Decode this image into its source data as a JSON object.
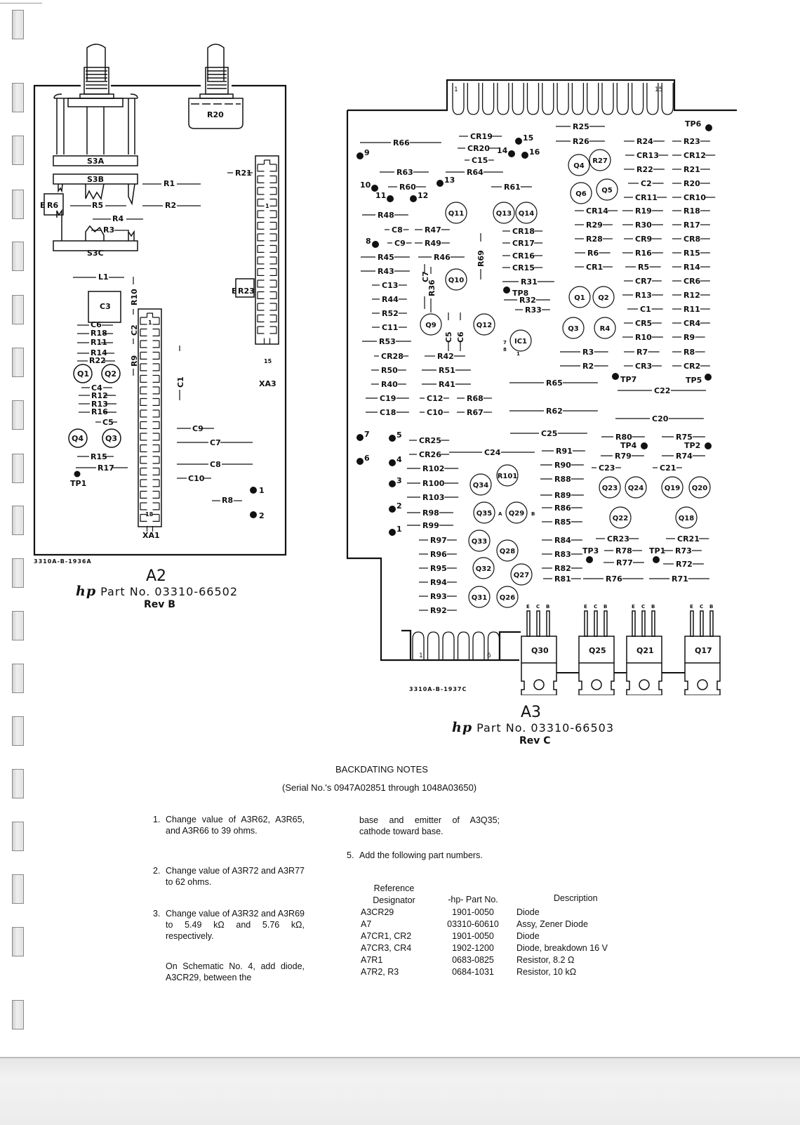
{
  "a2": {
    "board_label": "A2",
    "hp_logo": "hp",
    "part_no": "Part No. 03310-66502",
    "rev": "Rev B",
    "drawing_no": "3310A-B-1936A",
    "components": {
      "r20": "R20",
      "s3a": "S3A",
      "s3b": "S3B",
      "s3c": "S3C",
      "r6": "R6",
      "r23": "R23",
      "c3": "C3",
      "r1": "R1",
      "r2": "R2",
      "r21": "R21",
      "r5": "R5",
      "r4": "R4",
      "r3": "R3",
      "l1": "L1",
      "r10": "R10",
      "c2": "C2",
      "r9": "R9",
      "c1": "C1",
      "c6": "C6",
      "r18": "R18",
      "r11": "R11",
      "r14": "R14",
      "r22": "R22",
      "q1": "Q1",
      "q2": "Q2",
      "c4": "C4",
      "r12": "R12",
      "r13": "R13",
      "r16": "R16",
      "c5": "C5",
      "q4": "Q4",
      "q3": "Q3",
      "r15": "R15",
      "r17": "R17",
      "tp1": "TP1",
      "c9": "C9",
      "c7": "C7",
      "c8": "C8",
      "c10": "C10",
      "r8": "R8",
      "pin1": "1",
      "pin2": "2",
      "xa1": "XA1",
      "xa1_first": "1",
      "xa1_last": "18",
      "xa3": "XA3",
      "xa3_first": "1",
      "xa3_last": "15",
      "e_mark": "E"
    }
  },
  "a3": {
    "board_label": "A3",
    "hp_logo": "hp",
    "part_no": "Part No. 03310-66503",
    "rev": "Rev C",
    "drawing_no": "3310A-B-1937C",
    "top_connector": {
      "first": "1",
      "last": "15"
    },
    "bottom_connector": {
      "first": "1",
      "last": "6"
    },
    "labels": [
      "R66",
      "CR19",
      "CR20",
      "C15",
      "R63",
      "R64",
      "R60",
      "R61",
      "R48",
      "C8",
      "R47",
      "C9",
      "R49",
      "R45",
      "R46",
      "R43",
      "C13",
      "R44",
      "R52",
      "C11",
      "R53",
      "CR28",
      "R42",
      "R50",
      "R51",
      "R40",
      "R41",
      "C19",
      "C12",
      "R68",
      "C18",
      "C10",
      "R67",
      "CR18",
      "CR17",
      "CR16",
      "CR15",
      "R31",
      "R32",
      "R33",
      "R69",
      "C7",
      "R36",
      "C5",
      "C6",
      "R25",
      "R26",
      "R24",
      "R23",
      "CR13",
      "CR12",
      "R22",
      "R21",
      "C2",
      "R20",
      "CR11",
      "CR10",
      "CR14",
      "R19",
      "R18",
      "R29",
      "R30",
      "R17",
      "R28",
      "CR9",
      "CR8",
      "R6",
      "R16",
      "R15",
      "CR1",
      "R5",
      "R14",
      "CR7",
      "CR6",
      "R13",
      "R12",
      "C1",
      "R11",
      "CR5",
      "CR4",
      "R10",
      "R9",
      "R3",
      "R7",
      "R8",
      "R2",
      "CR3",
      "CR2",
      "R65",
      "C22",
      "R62",
      "C20",
      "C25",
      "R80",
      "R75",
      "CR25",
      "CR26",
      "C24",
      "R91",
      "R79",
      "R74",
      "R102",
      "R90",
      "C23",
      "C21",
      "R100",
      "R88",
      "R103",
      "R89",
      "R98",
      "R86",
      "R99",
      "R85",
      "R97",
      "R84",
      "CR23",
      "CR21",
      "R96",
      "R83",
      "R78",
      "R73",
      "R95",
      "R82",
      "R77",
      "R72",
      "R94",
      "R81",
      "R76",
      "R71",
      "R93",
      "R92"
    ],
    "transistors": [
      "Q11",
      "Q13",
      "Q14",
      "Q10",
      "Q9",
      "Q12",
      "IC1",
      "Q4",
      "R27",
      "Q6",
      "Q5",
      "Q1",
      "Q2",
      "Q3",
      "R4",
      "Q34",
      "R101",
      "Q35",
      "Q29",
      "Q33",
      "Q28",
      "Q32",
      "Q27",
      "Q31",
      "Q26",
      "Q23",
      "Q24",
      "Q19",
      "Q20",
      "Q22",
      "Q18"
    ],
    "test_points": [
      "TP6",
      "TP8",
      "TP7",
      "TP5",
      "TP4",
      "TP2",
      "TP3",
      "TP1"
    ],
    "pins": [
      "1",
      "2",
      "3",
      "4",
      "5",
      "6",
      "7",
      "8",
      "9",
      "10",
      "11",
      "12",
      "13",
      "14",
      "15",
      "16"
    ],
    "power_transistors": [
      "Q30",
      "Q25",
      "Q21",
      "Q17"
    ],
    "ecb": [
      "E",
      "C",
      "B"
    ],
    "ic_pins": [
      "7",
      "8",
      "1"
    ],
    "q29_marks": [
      "A",
      "B"
    ]
  },
  "notes": {
    "title": "BACKDATING NOTES",
    "serial_range": "(Serial No.'s 0947A02851 through 1048A03650)",
    "items": [
      {
        "num": "1.",
        "text": "Change value of A3R62, A3R65, and A3R66 to 39 ohms."
      },
      {
        "num": "2.",
        "text": "Change value of A3R72 and A3R77 to 62 ohms."
      },
      {
        "num": "3.",
        "text": "Change value of A3R32 and A3R69 to 5.49 kΩ and 5.76 kΩ, respectively."
      },
      {
        "num": "4.",
        "text": "On Schematic No. 4, add diode, A3CR29, between the base and emitter of A3Q35; cathode toward base."
      },
      {
        "num": "5.",
        "text": "Add the following part numbers."
      }
    ],
    "table": {
      "headers": [
        "Reference Designator",
        "-hp- Part No.",
        "Description"
      ],
      "rows": [
        [
          "A3CR29",
          "1901-0050",
          "Diode"
        ],
        [
          "A7",
          "03310-60610",
          "Assy, Zener Diode"
        ],
        [
          "A7CR1, CR2",
          "1901-0050",
          "Diode"
        ],
        [
          "A7CR3, CR4",
          "1902-1200",
          "Diode, breakdown 16 V"
        ],
        [
          "A7R1",
          "0683-0825",
          "Resistor, 8.2 Ω"
        ],
        [
          "A7R2, R3",
          "0684-1031",
          "Resistor, 10 kΩ"
        ]
      ]
    }
  }
}
